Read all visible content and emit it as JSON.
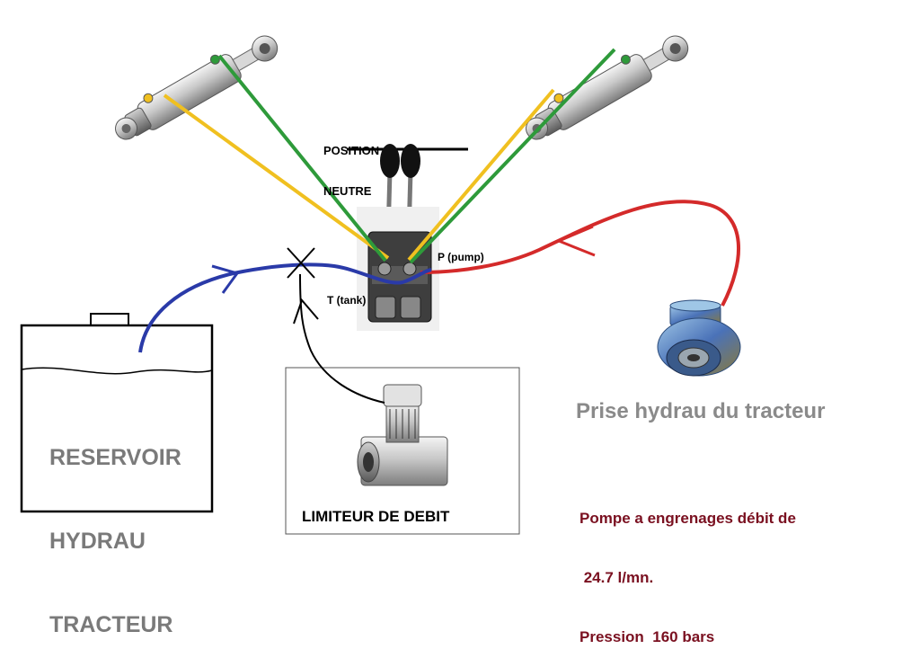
{
  "labels": {
    "reservoir": [
      "RESERVOIR",
      "HYDRAU",
      "TRACTEUR"
    ],
    "neutral_position": [
      "POSITION",
      "NEUTRE"
    ],
    "pump_port": "P (pump)",
    "tank_port": "T (tank)",
    "tractor_tap": "Prise hydrau du tracteur",
    "pump_spec": [
      "Pompe a engrenages débit de",
      " 24.7 l/mn.",
      "Pression  160 bars"
    ],
    "flow_limiter": "LIMITEUR DE DEBIT"
  },
  "colors": {
    "pressure_line": "#d42a2a",
    "return_line": "#2a3aa8",
    "cylinder_line_a": "#f0c020",
    "cylinder_line_b": "#2e9a3a",
    "limiter_line": "#000000",
    "reservoir_text": "#7a7a7a",
    "spec_text": "#7a1020"
  }
}
